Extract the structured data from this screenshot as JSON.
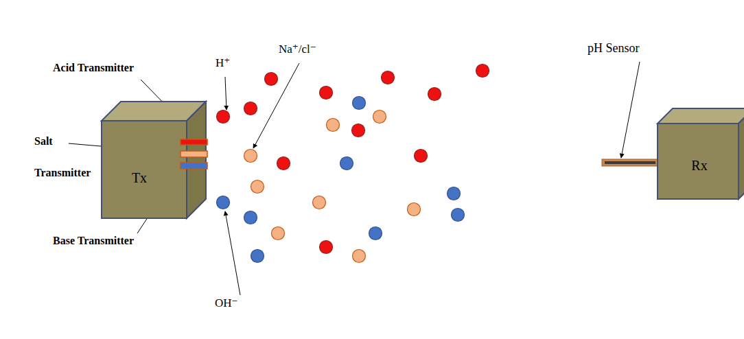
{
  "diagram": {
    "nodes": [
      {
        "text": [
          "Tx"
        ]
      },
      {
        "text": [
          "Rx"
        ]
      }
    ],
    "labels": [
      "Acid Transmitter",
      "Salt Transmitter",
      "Base Transmitter",
      "H⁺",
      "Na⁺/cl⁻",
      "OH⁻",
      "pH Sensor"
    ]
  }
}
